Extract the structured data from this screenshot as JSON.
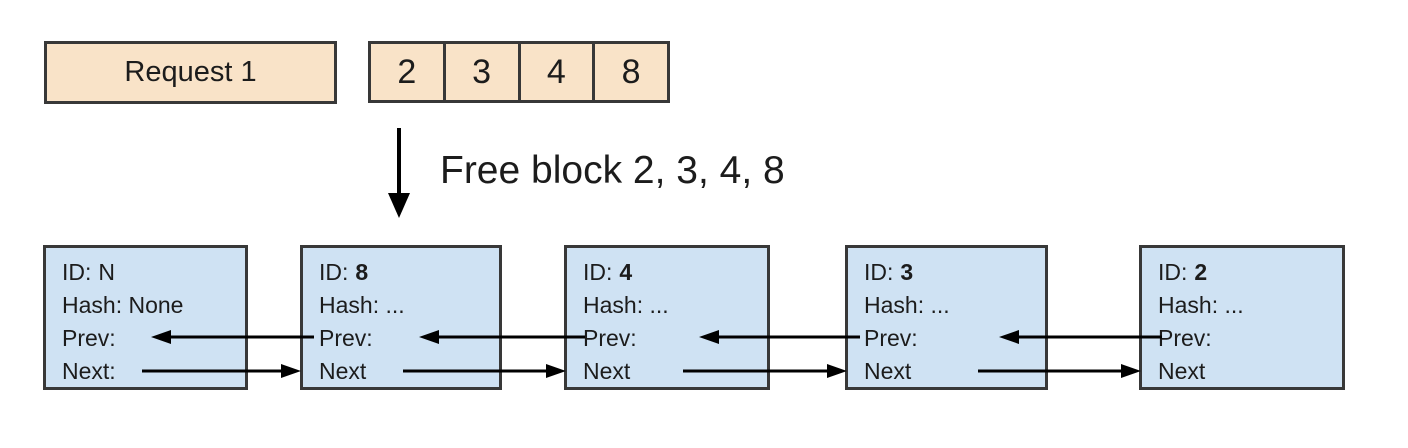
{
  "colors": {
    "background": "#ffffff",
    "peach-fill": "#f9e3c8",
    "blue-fill": "#cfe2f3",
    "box-border": "#383838",
    "ink": "#1c1c1c",
    "arrow": "#000000"
  },
  "request_box": {
    "label": "Request 1"
  },
  "free_block_strip": {
    "cells": [
      "2",
      "3",
      "4",
      "8"
    ]
  },
  "transition": {
    "label": "Free block 2, 3, 4, 8"
  },
  "nodes": [
    {
      "id_label": "ID:",
      "id_value": "N",
      "hash": "Hash: None",
      "prev_label": "Prev:",
      "next_label": "Next:"
    },
    {
      "id_label": "ID:",
      "id_value": "8",
      "hash": "Hash: ...",
      "prev_label": "Prev:",
      "next_label": "Next"
    },
    {
      "id_label": "ID:",
      "id_value": "4",
      "hash": "Hash: ...",
      "prev_label": "Prev:",
      "next_label": "Next"
    },
    {
      "id_label": "ID:",
      "id_value": "3",
      "hash": "Hash: ...",
      "prev_label": "Prev:",
      "next_label": "Next"
    },
    {
      "id_label": "ID:",
      "id_value": "2",
      "hash": "Hash: ...",
      "prev_label": "Prev:",
      "next_label": "Next"
    }
  ]
}
